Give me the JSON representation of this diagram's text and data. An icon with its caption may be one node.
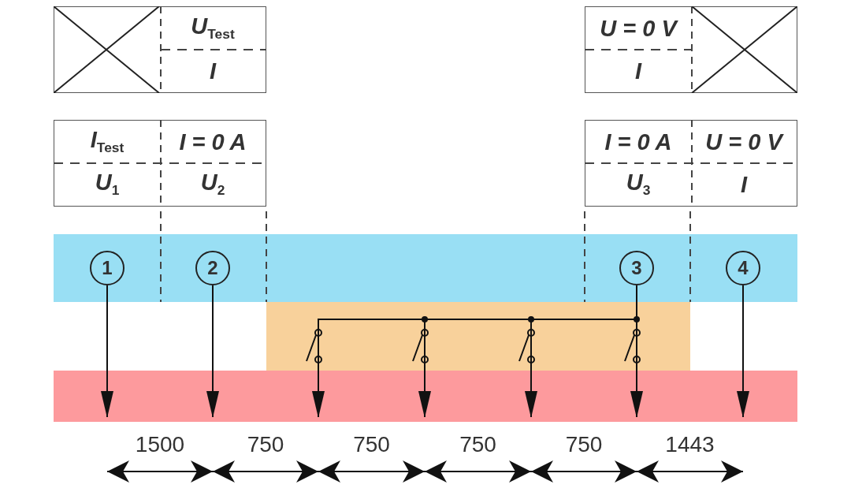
{
  "diagram": {
    "nodes": [
      {
        "text": [
          "U$_{Test}$",
          "I"
        ]
      },
      {
        "text": [
          "I$_{Test}$",
          "I = 0 A",
          "U$_{1}$",
          "U$_{2}$"
        ]
      },
      {
        "text": [
          "U = 0 V",
          "I"
        ]
      },
      {
        "text": [
          "I = 0 A",
          "U = 0 V",
          "U$_{3}$",
          "I"
        ]
      },
      {
        "text": [],
        "shape": "bar"
      },
      {
        "text": [
          "1"
        ],
        "in": 4
      },
      {
        "text": [
          "2"
        ],
        "in": 4
      },
      {
        "text": [
          "3"
        ],
        "in": 4
      },
      {
        "text": [
          "4"
        ],
        "in": 4
      },
      {
        "text": [],
        "shape": "bar"
      }
    ],
    "edges": [
      {
        "from": 5,
        "to": 9,
        "arrow": "to"
      },
      {
        "from": 6,
        "to": 9,
        "arrow": "to"
      },
      {
        "from": 7,
        "to": 9,
        "arrow": "to"
      },
      {
        "from": 7,
        "to": 9,
        "arrow": "to"
      },
      {
        "from": 7,
        "to": 9,
        "arrow": "to"
      },
      {
        "from": 7,
        "to": 9,
        "arrow": "to"
      },
      {
        "from": 8,
        "to": 9,
        "arrow": "to"
      }
    ],
    "labels": [
      "1500",
      "750",
      "750",
      "750",
      "750",
      "1443"
    ]
  }
}
